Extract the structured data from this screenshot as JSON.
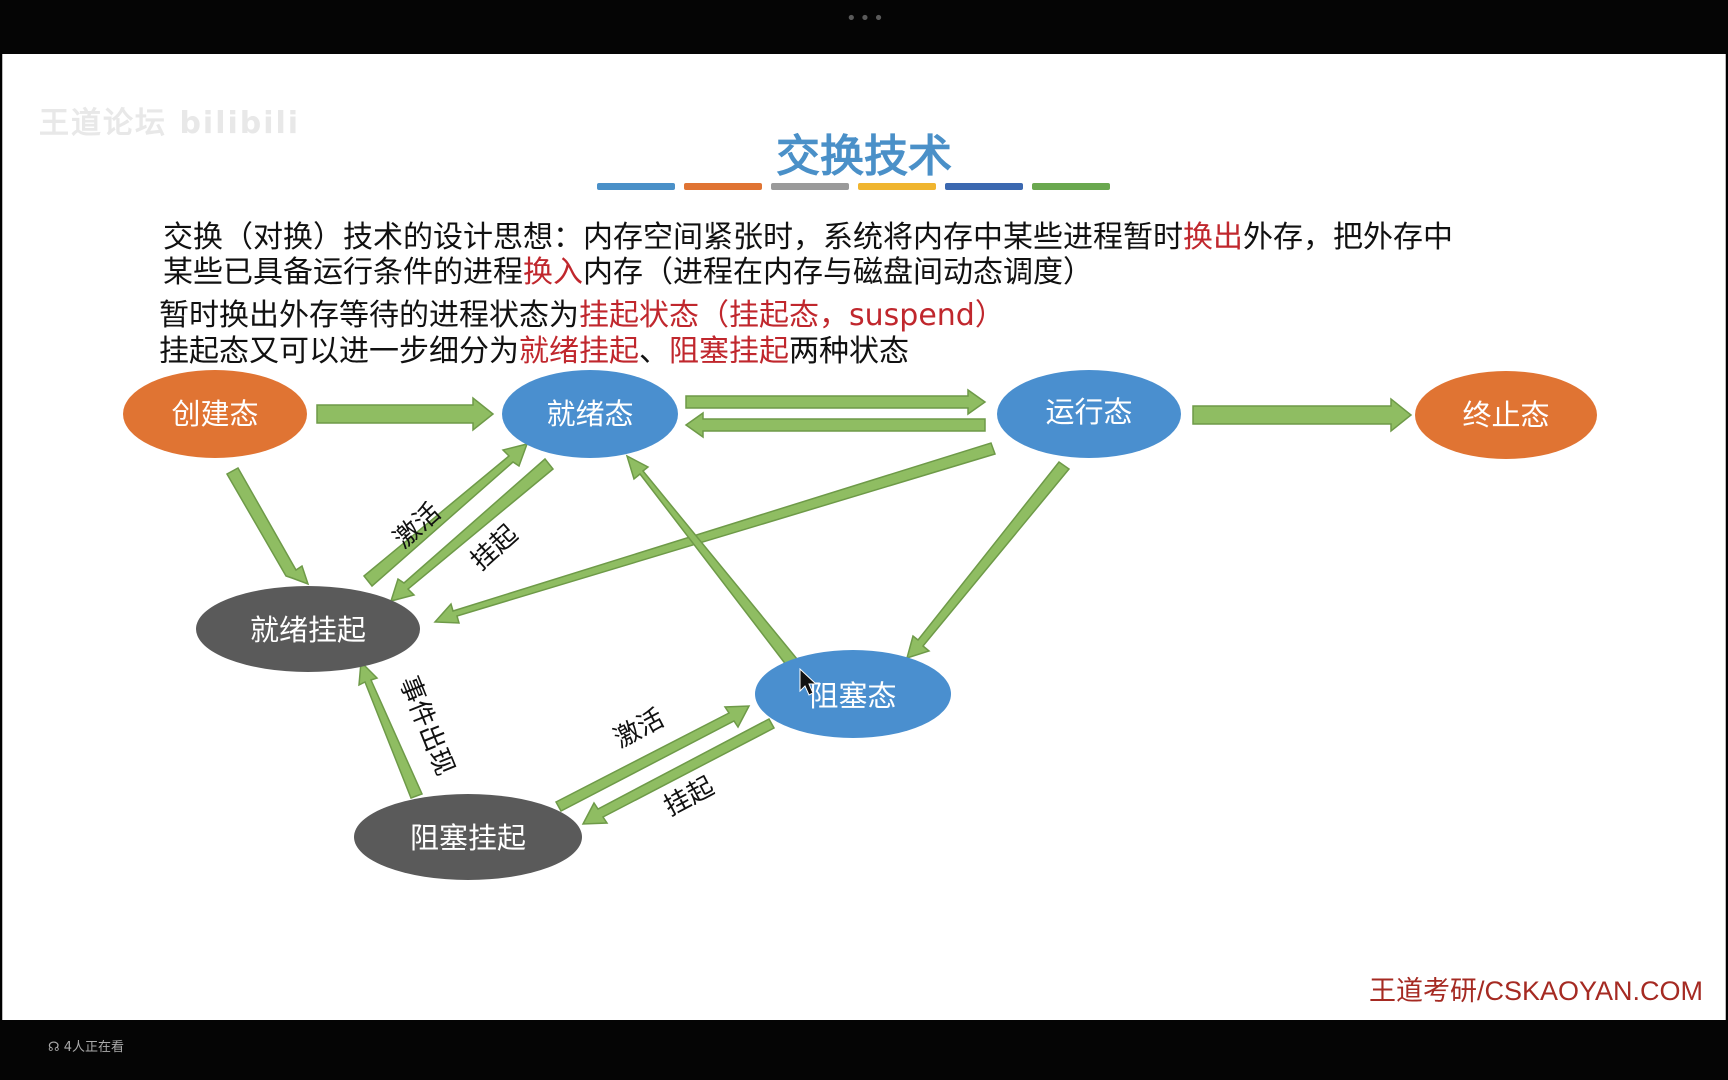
{
  "slide": {
    "watermark": "王道论坛 bilibili",
    "title": "交换技术",
    "title_color": "#4a90c8",
    "title_bar_colors": [
      "#4a90c8",
      "#e07433",
      "#9a9a9a",
      "#f0b52f",
      "#3b68b0",
      "#6aa84f"
    ],
    "text_lines": [
      [
        {
          "t": "交换（对换）技术的设计思想：内存空间紧张时，系统将内存中某些进程暂时"
        },
        {
          "t": "换出",
          "red": true
        },
        {
          "t": "外存，把外存中"
        }
      ],
      [
        {
          "t": "某些已具备运行条件的进程"
        },
        {
          "t": "换入",
          "red": true
        },
        {
          "t": "内存（进程在内存与磁盘间动态调度）"
        }
      ],
      [
        {
          "t": "暂时换出外存等待的进程状态为"
        },
        {
          "t": "挂起状态（挂起态，suspend）",
          "red": true
        }
      ],
      [
        {
          "t": "挂起态又可以进一步细分为"
        },
        {
          "t": "就绪挂起",
          "red": true
        },
        {
          "t": "、"
        },
        {
          "t": "阻塞挂起",
          "red": true
        },
        {
          "t": "两种状态"
        }
      ]
    ],
    "footer": "王道考研/CSKAOYAN.COM"
  },
  "diagram": {
    "nodes": {
      "create": {
        "label": "创建态",
        "color": "#e07433"
      },
      "ready": {
        "label": "就绪态",
        "color": "#4a8fcf"
      },
      "running": {
        "label": "运行态",
        "color": "#4a8fcf"
      },
      "terminate": {
        "label": "终止态",
        "color": "#e07433"
      },
      "ready_suspend": {
        "label": "就绪挂起",
        "color": "#5a5a5a"
      },
      "blocked": {
        "label": "阻塞态",
        "color": "#4a8fcf"
      },
      "blocked_suspend": {
        "label": "阻塞挂起",
        "color": "#5a5a5a"
      }
    },
    "arrow_color": "#8fbd62",
    "edge_labels": {
      "activate_1": "激活",
      "suspend_1": "挂起",
      "event_occurs": "事件出现",
      "activate_2": "激活",
      "suspend_2": "挂起"
    }
  },
  "window": {
    "viewers": "4人正在看"
  }
}
